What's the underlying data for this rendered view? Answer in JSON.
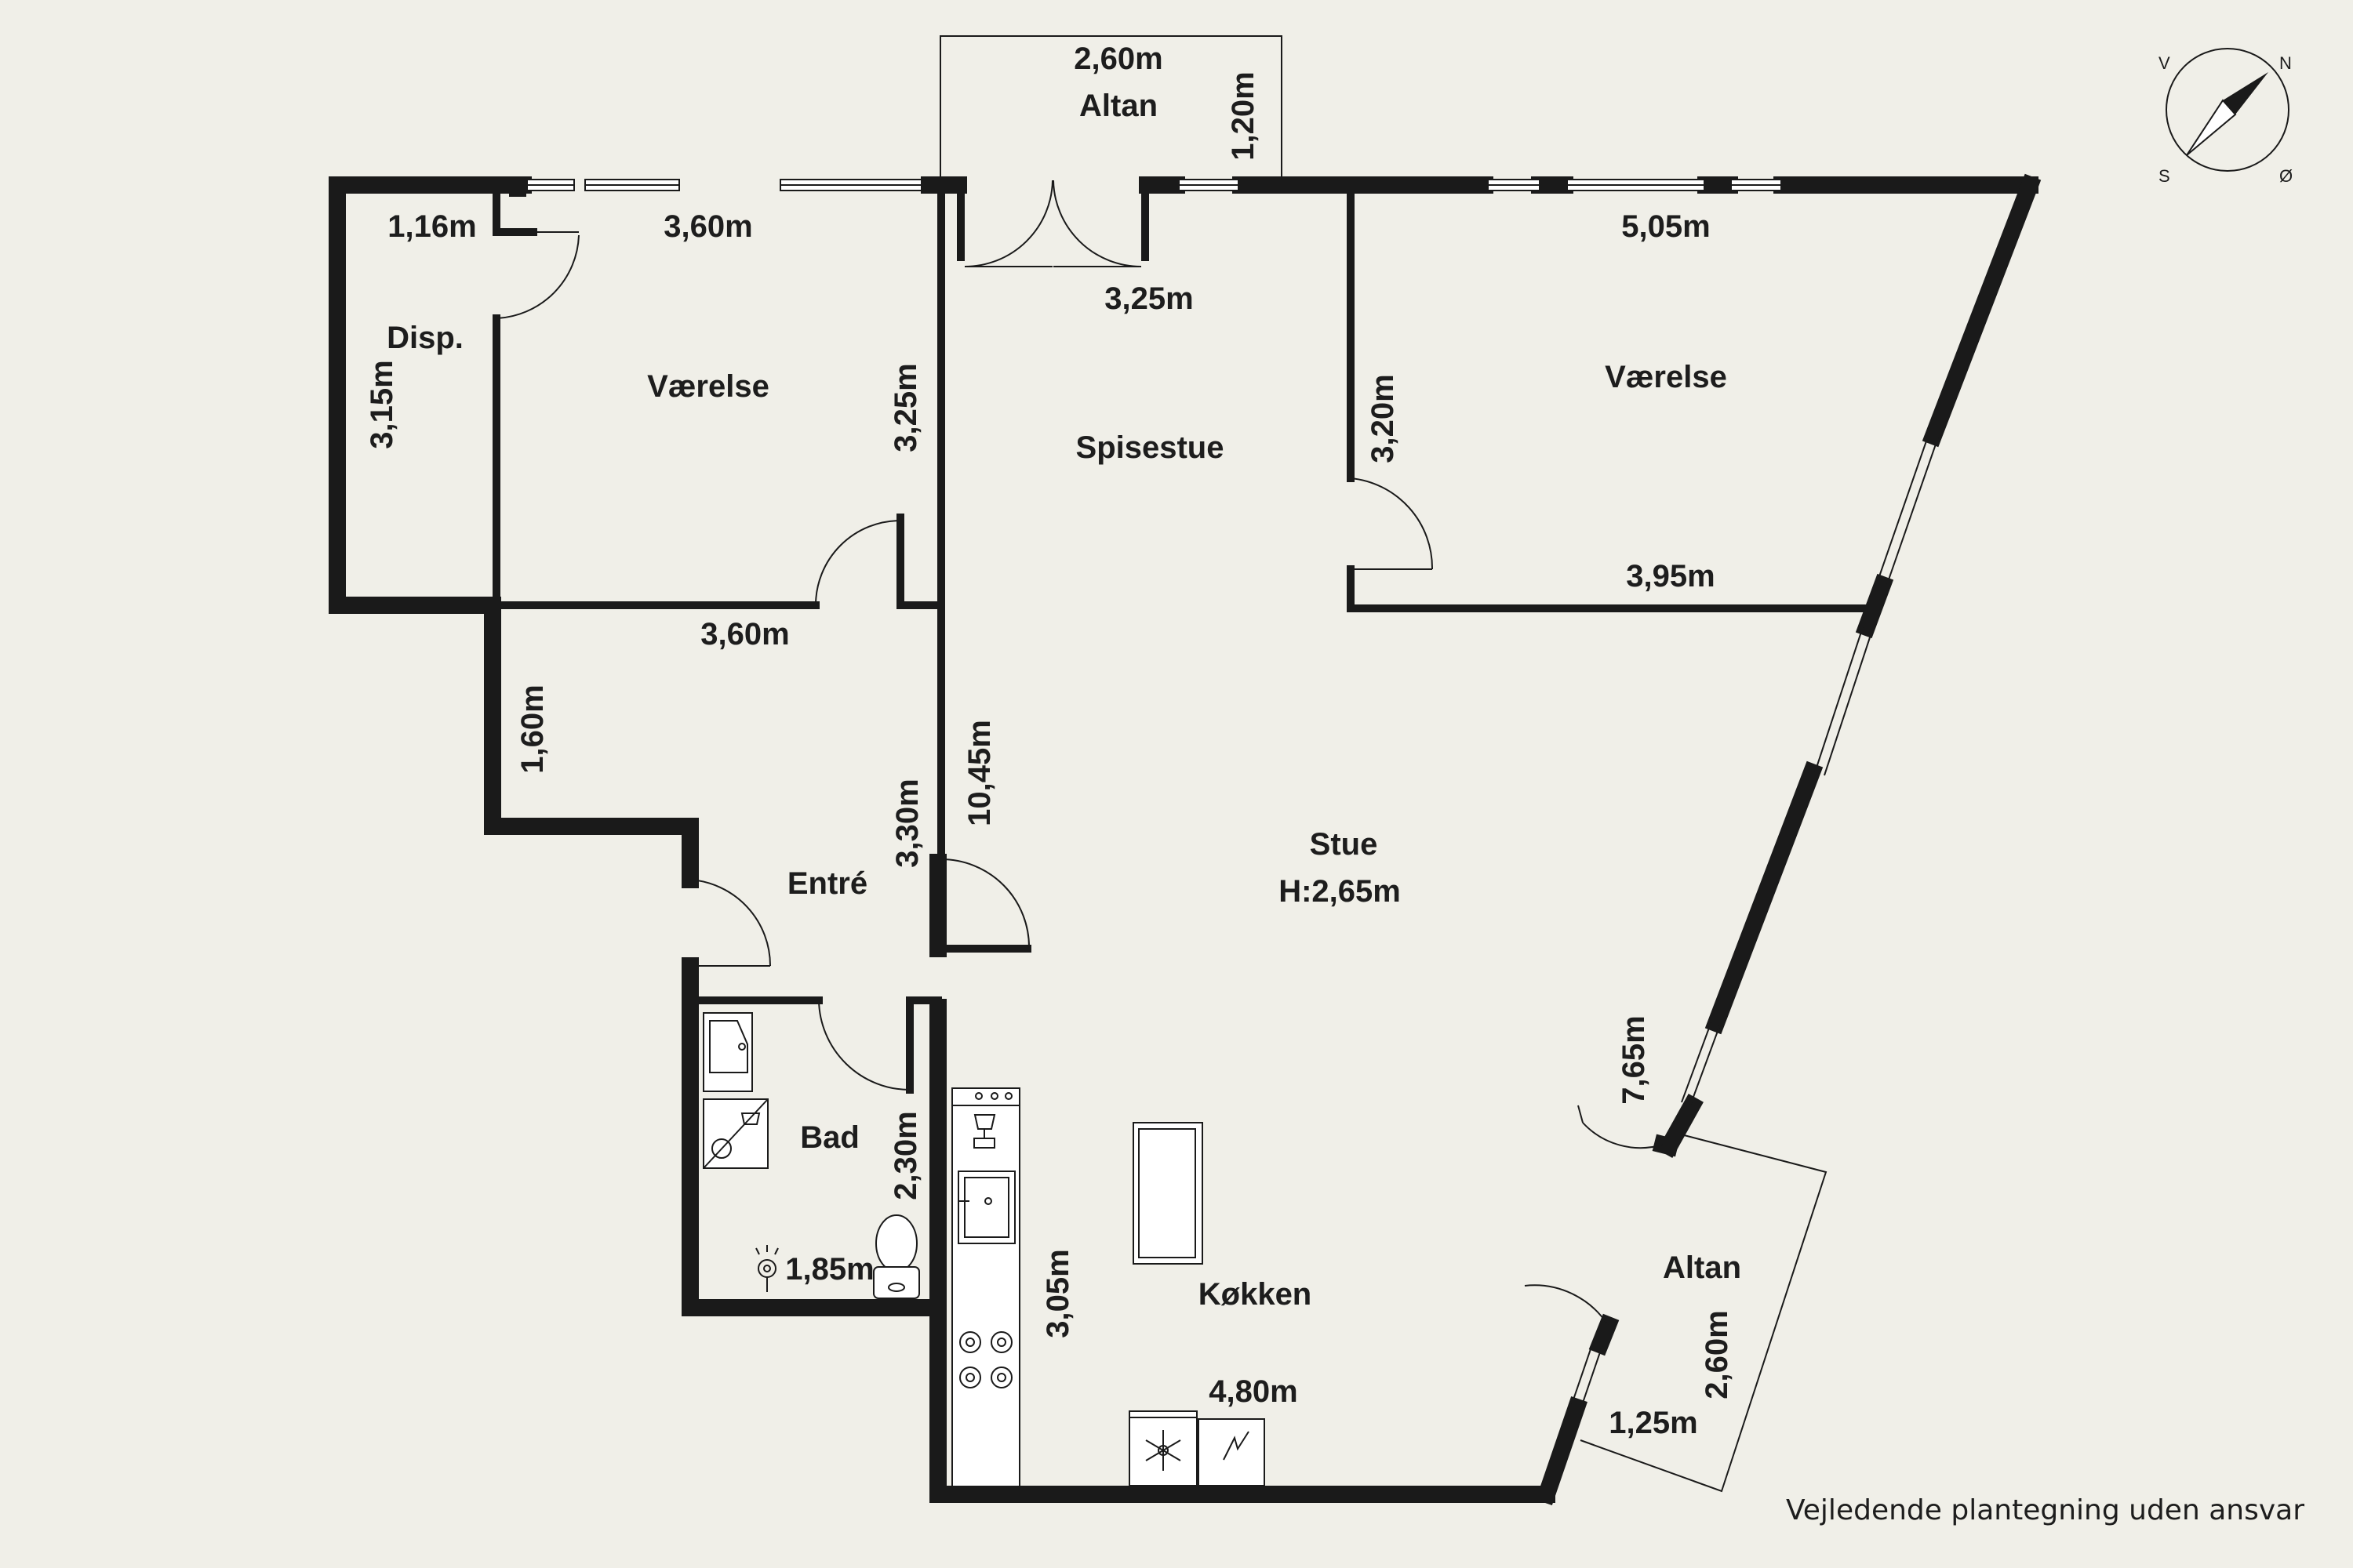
{
  "rooms": {
    "altan_top": "Altan",
    "disp": "Disp.",
    "vaerelse_left": "Værelse",
    "spisestue": "Spisestue",
    "vaerelse_right": "Værelse",
    "entre": "Entré",
    "stue": "Stue",
    "stue_height": "H:2,65m",
    "bad": "Bad",
    "koekken": "Køkken",
    "altan_bottom": "Altan"
  },
  "dimensions": {
    "altan_top_width": "2,60m",
    "altan_top_depth": "1,20m",
    "disp_width": "1,16m",
    "disp_length": "3,15m",
    "vaerelse_left_top": "3,60m",
    "vaerelse_left_side": "3,25m",
    "vaerelse_left_bottom": "3,60m",
    "spisestue_top": "3,25m",
    "vaerelse_right_top": "5,05m",
    "vaerelse_right_side": "3,20m",
    "vaerelse_right_bottom": "3,95m",
    "entre_side": "1,60m",
    "entre_right": "3,30m",
    "stue_long": "10,45m",
    "stue_diagonal": "7,65m",
    "bad_side": "2,30m",
    "bad_bottom": "1,85m",
    "koekken_side": "3,05m",
    "koekken_bottom": "4,80m",
    "altan_bottom_side": "2,60m",
    "altan_bottom_width": "1,25m"
  },
  "compass": {
    "n": "N",
    "o": "Ø",
    "s": "S",
    "v": "V"
  },
  "disclaimer": "Vejledende plantegning uden ansvar"
}
